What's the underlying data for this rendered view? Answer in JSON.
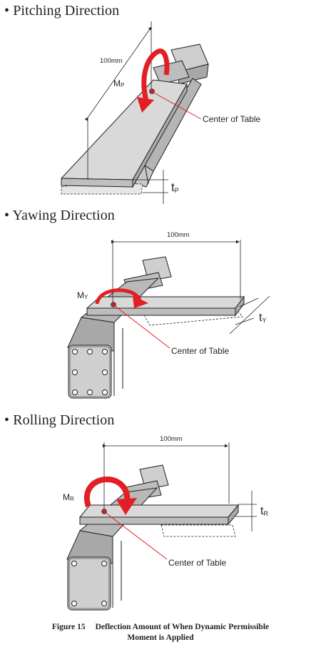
{
  "sections": [
    {
      "heading": "• Pitching Direction",
      "distance": "100mm",
      "moment": "M",
      "moment_sub": "P",
      "deflection": "t",
      "deflection_sub": "P",
      "center_label": "Center of Table"
    },
    {
      "heading": "• Yawing Direction",
      "distance": "100mm",
      "moment": "M",
      "moment_sub": "Y",
      "deflection": "t",
      "deflection_sub": "Y",
      "center_label": "Center of Table"
    },
    {
      "heading": "• Rolling Direction",
      "distance": "100mm",
      "moment": "M",
      "moment_sub": "R",
      "deflection": "t",
      "deflection_sub": "R",
      "center_label": "Center of Table"
    }
  ],
  "caption": {
    "figure": "Figure 15",
    "line1": "Deflection Amount of When Dynamic Permissible",
    "line2": "Moment is Applied"
  },
  "colors": {
    "arrow": "#e31e24",
    "table": "#d9d9d9",
    "actuator": "#bfbfbf",
    "line": "#231f20"
  }
}
